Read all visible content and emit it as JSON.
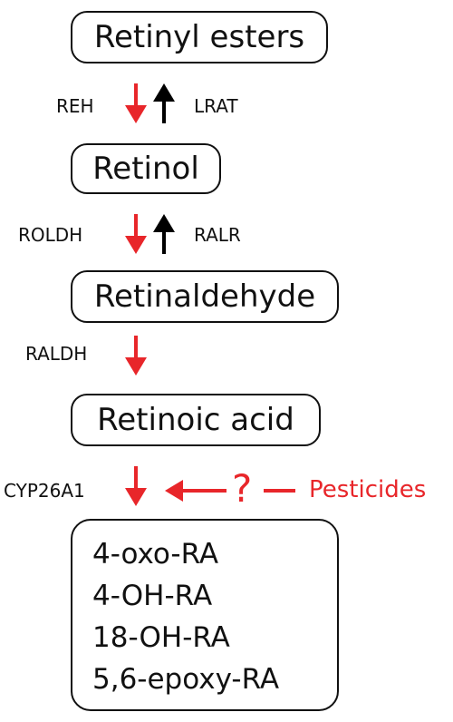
{
  "nodes": {
    "retinyl_esters": "Retinyl esters",
    "retinol": "Retinol",
    "retinaldehyde": "Retinaldehyde",
    "retinoic_acid": "Retinoic acid"
  },
  "products": [
    "4-oxo-RA",
    "4-OH-RA",
    "18-OH-RA",
    "5,6-epoxy-RA"
  ],
  "enzymes": {
    "reh": "REH",
    "lrat": "LRAT",
    "roldh": "ROLDH",
    "ralr": "RALR",
    "raldh": "RALDH",
    "cyp26a1": "CYP26A1"
  },
  "inhibitor": {
    "label": "Pesticides",
    "unknown_mark": "?"
  },
  "colors": {
    "forward_arrow": "#e8262a",
    "reverse_arrow": "#000000",
    "pesticide_text": "#e8262a"
  }
}
